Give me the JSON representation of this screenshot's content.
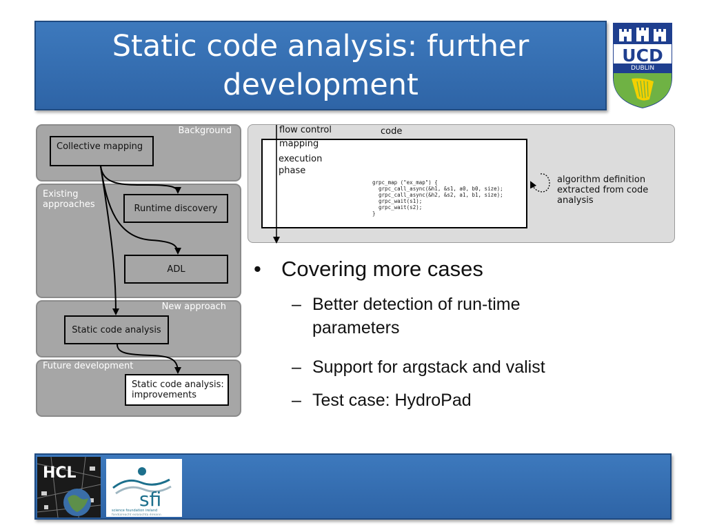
{
  "slide": {
    "title": "Static code analysis: further development"
  },
  "ucd_logo": {
    "line1": "UCD",
    "line2": "DUBLIN",
    "colors": {
      "blue": "#1f3f8f",
      "green": "#6fb244",
      "yellow": "#f2d000",
      "white": "#ffffff"
    }
  },
  "diagram": {
    "stages": [
      {
        "label": "Background"
      },
      {
        "label": "Existing approaches"
      },
      {
        "label": "New approach"
      },
      {
        "label": "Future development"
      }
    ],
    "nodes": {
      "collective_mapping": "Collective mapping",
      "runtime_discovery": "Runtime discovery",
      "adl": "ADL",
      "static_code_analysis": "Static code analysis",
      "improvements_line1": "Static code analysis:",
      "improvements_line2": "improvements"
    }
  },
  "algorithm_panel": {
    "flow_control": "flow control",
    "code_header": "code",
    "mapping": "mapping",
    "execution": "execution",
    "phase": "phase",
    "code_lines": [
      "grpc_map (\"ex_map\") {",
      "  grpc_call_async(&h1, &s1, a0, b0, size);",
      "  grpc_call_async(&h2, &s2, a1, b1, size);",
      "  grpc_wait(s1);",
      "  grpc_wait(s2);",
      "}"
    ],
    "note_line1": "algorithm definition",
    "note_line2": "extracted from code",
    "note_line3": "analysis"
  },
  "bullets": {
    "main_bullet": "•",
    "main": "Covering more cases",
    "dash": "–",
    "sub1_line1": "Better detection of run-time",
    "sub1_line2": "parameters",
    "sub2": "Support for argstack and valist",
    "sub3": "Test case: HydroPad"
  },
  "footer": {
    "hcl_text": "HCL",
    "sfi_text": "sfi",
    "sfi_line1": "science foundation ireland",
    "sfi_line2": "fondúireacht eolaíochta éireann"
  },
  "colors": {
    "title_bar": "#3570b4",
    "stage_fill": "#a6a6a6",
    "panel_fill": "#dcdcdc",
    "sfi_teal": "#1c6f8c"
  }
}
